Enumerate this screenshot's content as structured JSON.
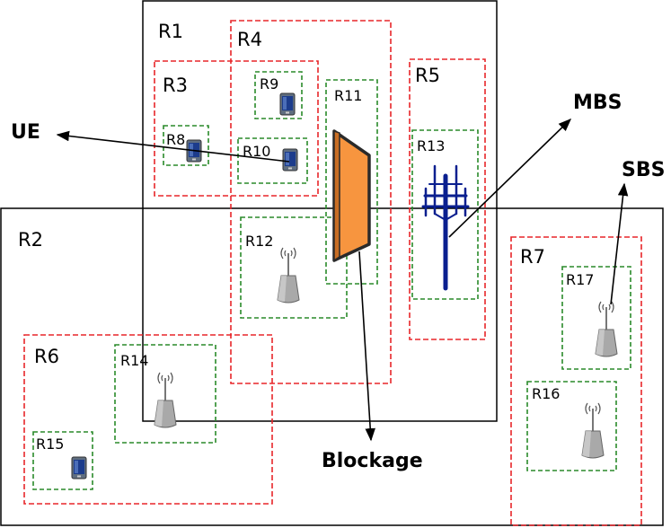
{
  "regions": {
    "r1": "R1",
    "r2": "R2",
    "r3": "R3",
    "r4": "R4",
    "r5": "R5",
    "r6": "R6",
    "r7": "R7",
    "r8": "R8",
    "r9": "R9",
    "r10": "R10",
    "r11": "R11",
    "r12": "R12",
    "r13": "R13",
    "r14": "R14",
    "r15": "R15",
    "r16": "R16",
    "r17": "R17"
  },
  "callouts": {
    "ue": "UE",
    "mbs": "MBS",
    "sbs": "SBS",
    "blockage": "Blockage"
  },
  "colors": {
    "outer_box": "#000000",
    "red_dashed": "#e8262a",
    "green_dashed": "#2a8a2a",
    "blockage_fill": "#f7953f",
    "tower": "#0a1f8f",
    "phone": "#1c3c8c"
  },
  "icons": {
    "phone": "mobile-phone-icon",
    "small_cell": "small-cell-antenna-icon",
    "macro_tower": "macro-cell-tower-icon",
    "blockage": "blockage-wall-icon"
  }
}
